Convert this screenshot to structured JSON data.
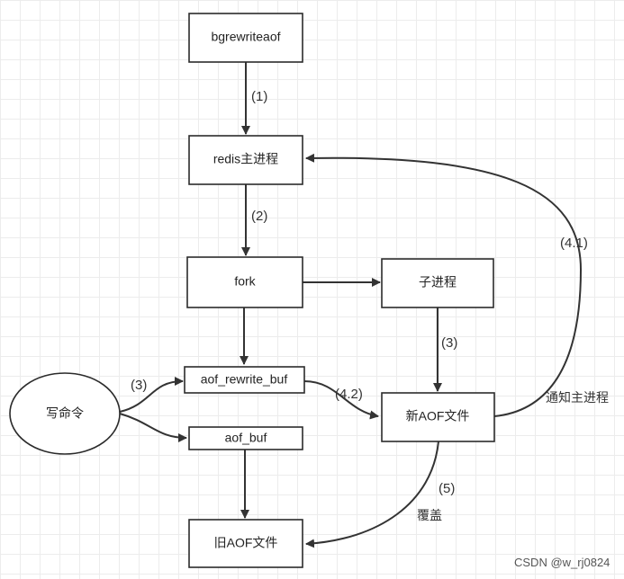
{
  "nodes": {
    "bgrewriteaof": "bgrewriteaof",
    "redis_main": "redis主进程",
    "fork": "fork",
    "child": "子进程",
    "aof_rewrite_buf": "aof_rewrite_buf",
    "write_cmd": "写命令",
    "aof_buf": "aof_buf",
    "new_aof": "新AOF文件",
    "old_aof": "旧AOF文件"
  },
  "edges": {
    "step1": "(1)",
    "step2": "(2)",
    "step3_child": "(3)",
    "step3_write": "(3)",
    "step4_1": "(4.1)",
    "step4_2": "(4.2)",
    "step5": "(5)",
    "notify_main": "通知主进程",
    "overwrite": "覆盖"
  },
  "watermark": "CSDN @w_rj0824"
}
